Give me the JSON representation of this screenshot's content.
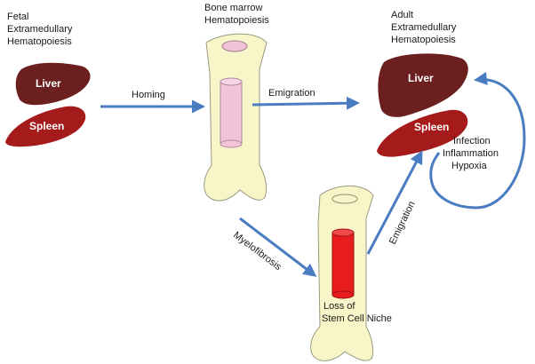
{
  "labels": {
    "fetal": [
      "Fetal",
      "Extramedullary",
      "Hematopoiesis"
    ],
    "bone_marrow": [
      "Bone marrow",
      "Hematopoiesis"
    ],
    "adult": [
      "Adult",
      "Extramedullary",
      "Hematopoiesis"
    ],
    "liver": "Liver",
    "spleen": "Spleen",
    "homing": "Homing",
    "emigration": "Emigration",
    "myelofibrosis": "Myelofibrosis",
    "loss_niche": [
      "Loss of",
      "Stem Cell Niche"
    ],
    "causes": [
      "Infection",
      "Inflammation",
      "Hypoxia"
    ]
  },
  "colors": {
    "arrow": "#4a7cc2",
    "liver": "#6b1f1f",
    "spleen": "#a51a1a",
    "bone": "#f8f6c8",
    "bone_stroke": "#9a9a80",
    "marrow_normal": "#f2c4d8",
    "marrow_fibrotic": "#e81c1c"
  }
}
